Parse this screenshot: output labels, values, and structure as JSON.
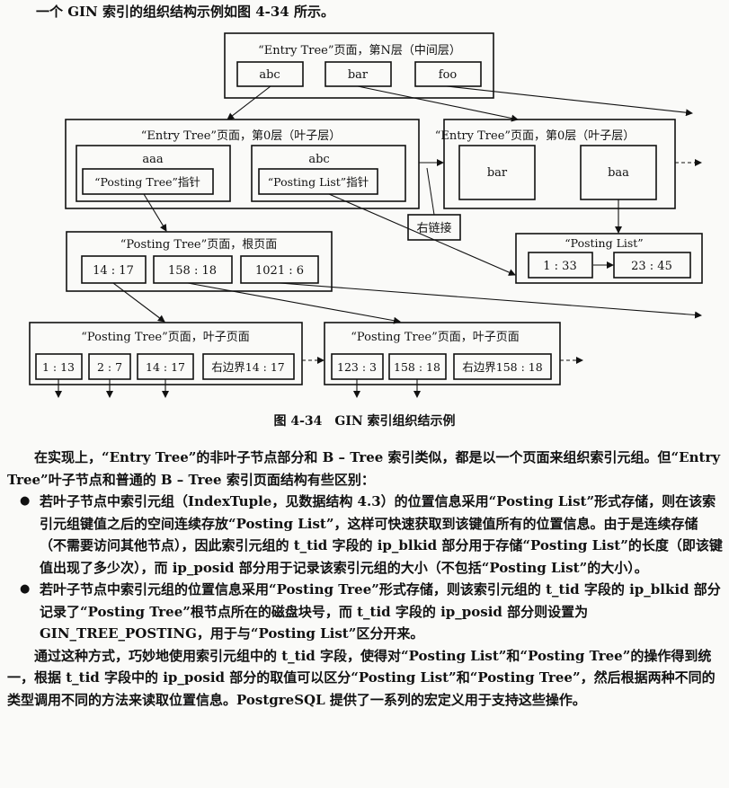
{
  "intro": "一个 GIN 索引的组织结构示例如图 4-34 所示。",
  "diagram": {
    "entry_mid": {
      "title": "“Entry Tree”页面，第N层（中间层）",
      "keys": [
        "abc",
        "bar",
        "foo"
      ]
    },
    "entry_leaf_left": {
      "title": "“Entry Tree”页面，第0层（叶子层）",
      "left_key": "aaa",
      "left_ptr": "“Posting Tree”指针",
      "right_key": "abc",
      "right_ptr": "“Posting List”指针"
    },
    "entry_leaf_right": {
      "title": "“Entry Tree”页面，第0层（叶子层）",
      "keys": [
        "bar",
        "baa"
      ]
    },
    "right_link_label": "右链接",
    "posting_root": {
      "title": "“Posting Tree”页面，根页面",
      "items": [
        "14 : 17",
        "158 : 18",
        "1021 : 6"
      ]
    },
    "posting_list": {
      "title": "“Posting List”",
      "items": [
        "1 : 33",
        "23 : 45"
      ]
    },
    "posting_leaf_1": {
      "title": "“Posting Tree”页面，叶子页面",
      "items": [
        "1 : 13",
        "2 : 7",
        "14 : 17",
        "右边界14 : 17"
      ]
    },
    "posting_leaf_2": {
      "title": "“Posting Tree”页面，叶子页面",
      "items": [
        "123 : 3",
        "158 : 18",
        "右边界158 : 18"
      ]
    }
  },
  "caption": "图 4-34　GIN 索引组织结示例",
  "paragraphs": [
    "在实现上，“Entry Tree”的非叶子节点部分和 B – Tree 索引类似，都是以一个页面来组织索引元组。但“Entry Tree”叶子节点和普通的 B – Tree 索引页面结构有些区别：",
    "若叶子节点中索引元组（IndexTuple，见数据结构 4.3）的位置信息采用“Posting List”形式存储，则在该索引元组键值之后的空间连续存放“Posting List”，这样可快速获取到该键值所有的位置信息。由于是连续存储（不需要访问其他节点），因此索引元组的 t_tid 字段的 ip_blkid 部分用于存储“Posting List”的长度（即该键值出现了多少次），而 ip_posid 部分用于记录该索引元组的大小（不包括“Posting List”的大小）。",
    "若叶子节点中索引元组的位置信息采用“Posting Tree”形式存储，则该索引元组的 t_tid 字段的 ip_blkid 部分记录了“Posting Tree”根节点所在的磁盘块号，而 t_tid 字段的 ip_posid 部分则设置为 GIN_TREE_POSTING，用于与“Posting List”区分开来。",
    "通过这种方式，巧妙地使用索引元组中的 t_tid 字段，使得对“Posting List”和“Posting Tree”的操作得到统一，根据 t_tid 字段中的 ip_posid 部分的取值可以区分“Posting List”和“Posting Tree”，然后根据两种不同的类型调用不同的方法来读取位置信息。PostgreSQL 提供了一系列的宏定义用于支持这些操作。"
  ]
}
